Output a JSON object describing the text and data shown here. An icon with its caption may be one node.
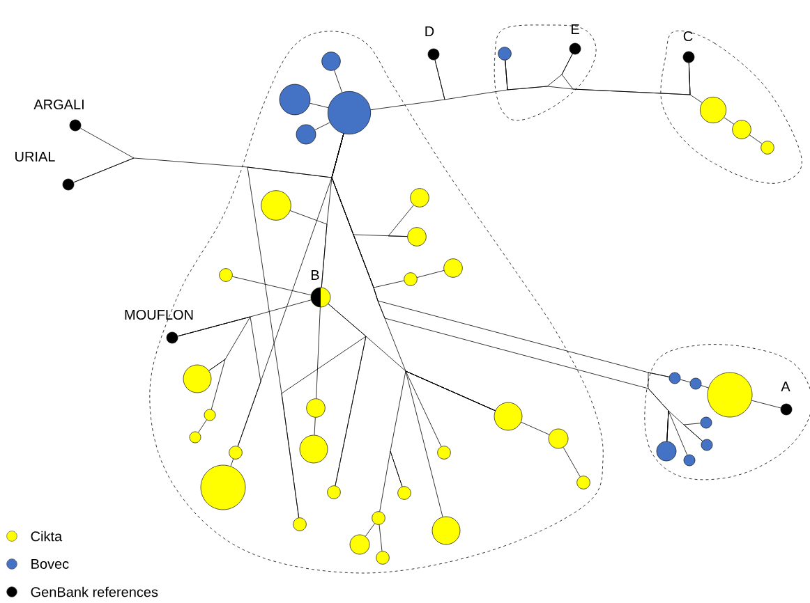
{
  "diagram": {
    "nodes": [
      {
        "text": [
          "ARGALI"
        ]
      },
      {
        "text": [
          "URIAL"
        ]
      },
      {
        "text": [
          "MOUFLON"
        ]
      },
      {
        "text": [
          "D"
        ]
      },
      {
        "text": [
          "E"
        ]
      },
      {
        "text": [
          "C"
        ]
      },
      {
        "text": [
          "B"
        ]
      },
      {
        "text": [
          "A"
        ]
      },
      {
        "text": [],
        "shape": "circle"
      },
      {
        "text": [],
        "shape": "circle"
      },
      {
        "text": [],
        "shape": "circle"
      },
      {
        "text": [],
        "shape": "circle"
      },
      {
        "text": [],
        "shape": "circle"
      },
      {
        "text": [],
        "shape": "circle"
      },
      {
        "text": [],
        "shape": "circle"
      },
      {
        "text": [],
        "shape": "circle"
      },
      {
        "text": [],
        "shape": "circle"
      },
      {
        "text": [],
        "shape": "circle"
      },
      {
        "text": [],
        "shape": "circle"
      },
      {
        "text": [],
        "shape": "circle"
      },
      {
        "text": [],
        "shape": "circle"
      },
      {
        "text": [],
        "shape": "circle"
      },
      {
        "text": [],
        "shape": "circle"
      },
      {
        "text": [],
        "shape": "circle"
      },
      {
        "text": [],
        "shape": "circle"
      },
      {
        "text": [],
        "shape": "circle"
      },
      {
        "text": [],
        "shape": "circle"
      },
      {
        "text": [],
        "shape": "circle"
      },
      {
        "text": [],
        "shape": "circle"
      },
      {
        "text": [],
        "shape": "circle"
      },
      {
        "text": [],
        "shape": "circle"
      },
      {
        "text": [],
        "shape": "circle"
      },
      {
        "text": [],
        "shape": "circle"
      },
      {
        "text": [],
        "shape": "circle"
      },
      {
        "text": [],
        "shape": "circle"
      },
      {
        "text": [],
        "shape": "circle"
      },
      {
        "text": [],
        "shape": "circle"
      },
      {
        "text": [],
        "shape": "circle"
      },
      {
        "text": [],
        "shape": "circle"
      },
      {
        "text": [],
        "shape": "circle"
      },
      {
        "text": [],
        "shape": "circle"
      },
      {
        "text": [],
        "shape": "circle"
      },
      {
        "text": [],
        "shape": "circle"
      },
      {
        "text": [],
        "shape": "circle"
      },
      {
        "text": [],
        "shape": "circle"
      },
      {
        "text": [],
        "shape": "circle"
      },
      {
        "text": [],
        "shape": "circle"
      }
    ],
    "edges": [
      {
        "from": 10,
        "to": 8,
        "arrow": "none"
      },
      {
        "from": 10,
        "to": 9,
        "arrow": "none"
      },
      {
        "from": 10,
        "to": 11,
        "arrow": "none"
      },
      {
        "from": 10,
        "to": 3,
        "arrow": "none"
      },
      {
        "from": 3,
        "to": 12,
        "arrow": "none"
      },
      {
        "from": 12,
        "to": 4,
        "arrow": "none"
      },
      {
        "from": 4,
        "to": 5,
        "arrow": "none"
      },
      {
        "from": 12,
        "to": 5,
        "arrow": "none"
      },
      {
        "from": 5,
        "to": 13,
        "arrow": "none"
      },
      {
        "from": 13,
        "to": 14,
        "arrow": "none"
      },
      {
        "from": 14,
        "to": 15,
        "arrow": "none"
      },
      {
        "from": 0,
        "to": 1,
        "arrow": "none"
      },
      {
        "from": 1,
        "to": 10,
        "arrow": "none"
      },
      {
        "from": 10,
        "to": 6,
        "arrow": "none"
      },
      {
        "from": 16,
        "to": 6,
        "arrow": "none"
      },
      {
        "from": 6,
        "to": 27,
        "arrow": "none"
      },
      {
        "from": 27,
        "to": 28,
        "arrow": "none"
      },
      {
        "from": 10,
        "to": 25,
        "arrow": "none"
      },
      {
        "from": 25,
        "to": 26,
        "arrow": "none"
      },
      {
        "from": 10,
        "to": 30,
        "arrow": "none"
      },
      {
        "from": 10,
        "to": 18,
        "arrow": "none"
      },
      {
        "from": 18,
        "to": 17,
        "arrow": "none"
      },
      {
        "from": 10,
        "to": 21,
        "arrow": "none"
      },
      {
        "from": 21,
        "to": 20,
        "arrow": "none"
      },
      {
        "from": 10,
        "to": 40,
        "arrow": "none"
      },
      {
        "from": 10,
        "to": 45,
        "arrow": "none"
      },
      {
        "from": 40,
        "to": 45,
        "arrow": "none"
      },
      {
        "from": 45,
        "to": 44,
        "arrow": "none"
      },
      {
        "from": 45,
        "to": 43,
        "arrow": "none"
      },
      {
        "from": 43,
        "to": 42,
        "arrow": "none"
      },
      {
        "from": 40,
        "to": 41,
        "arrow": "none"
      },
      {
        "from": 41,
        "to": 46,
        "arrow": "none"
      },
      {
        "from": 46,
        "to": 7,
        "arrow": "none"
      },
      {
        "from": 10,
        "to": 37,
        "arrow": "none"
      },
      {
        "from": 37,
        "to": 38,
        "arrow": "none"
      },
      {
        "from": 38,
        "to": 39,
        "arrow": "none"
      },
      {
        "from": 37,
        "to": 35,
        "arrow": "none"
      },
      {
        "from": 37,
        "to": 36,
        "arrow": "none"
      },
      {
        "from": 37,
        "to": 34,
        "arrow": "none"
      },
      {
        "from": 34,
        "to": 31,
        "arrow": "none"
      },
      {
        "from": 31,
        "to": 32,
        "arrow": "none"
      },
      {
        "from": 31,
        "to": 33,
        "arrow": "none"
      },
      {
        "from": 6,
        "to": 19,
        "arrow": "none"
      },
      {
        "from": 6,
        "to": 2,
        "arrow": "none"
      },
      {
        "from": 2,
        "to": 22,
        "arrow": "none"
      },
      {
        "from": 22,
        "to": 23,
        "arrow": "none"
      },
      {
        "from": 23,
        "to": 24,
        "arrow": "none"
      },
      {
        "from": 2,
        "to": 25,
        "arrow": "none"
      },
      {
        "from": 6,
        "to": 37,
        "arrow": "none"
      },
      {
        "from": 6,
        "to": 29,
        "arrow": "none"
      },
      {
        "from": 29,
        "to": 30,
        "arrow": "none"
      }
    ],
    "legend": [
      {
        "text": "Cikta",
        "color": "#ffff00"
      },
      {
        "text": "Bovec",
        "color": "#4472c4"
      },
      {
        "text": "GenBank references",
        "color": "#000000"
      }
    ]
  }
}
